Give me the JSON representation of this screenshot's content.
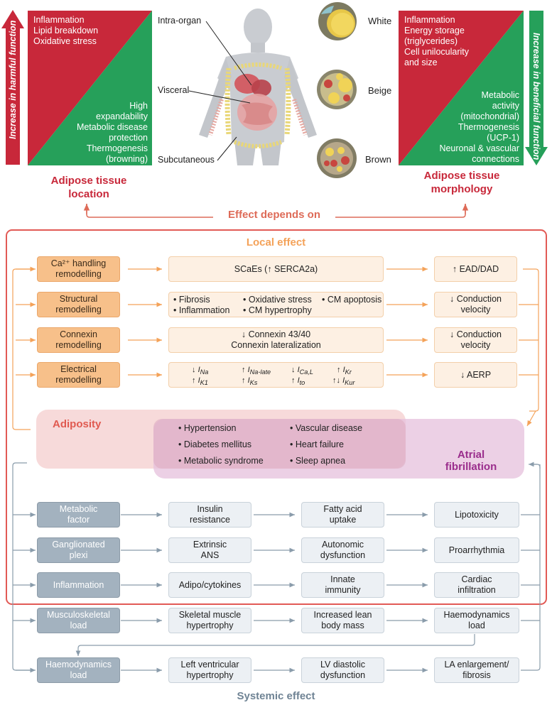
{
  "left_triangle": {
    "top_lines": [
      "Inflammation",
      "Lipid breakdown",
      "Oxidative stress"
    ],
    "bottom_lines": [
      "High",
      "expandability",
      "Metabolic disease",
      "protection",
      "Thermogenesis",
      "(browning)"
    ],
    "arrow_label": "Increase in harmful function",
    "title": "Adipose tissue\nlocation"
  },
  "body_labels": {
    "intra": "Intra-organ",
    "visceral": "Visceral",
    "subcutaneous": "Subcutaneous"
  },
  "cell_labels": {
    "white": "White",
    "beige": "Beige",
    "brown": "Brown"
  },
  "right_triangle": {
    "top_lines": [
      "Inflammation",
      "Energy storage",
      "(triglycerides)",
      "Cell unilocularity",
      "and size"
    ],
    "bottom_lines": [
      "Metabolic",
      "activity",
      "(mitochondrial)",
      "Thermogenesis",
      "(UCP-1)",
      "Neuronal & vascular",
      "connections"
    ],
    "arrow_label": "Increase in beneficial function",
    "title": "Adipose tissue\nmorphology"
  },
  "effect_depends": "Effect depends on",
  "local_effect_title": "Local effect",
  "local_rows": [
    {
      "header": "Ca²⁺ handling\nremodelling",
      "outcome": "↑ EAD/DAD"
    },
    {
      "header": "Structural\nremodelling",
      "outcome": "↓ Conduction\nvelocity"
    },
    {
      "header": "Connexin\nremodelling",
      "outcome": "↓ Conduction\nvelocity"
    },
    {
      "header": "Electrical\nremodelling",
      "outcome": "↓ AERP"
    }
  ],
  "ca_middle": "SCaEs (↑ SERCA2a)",
  "structural_items": [
    "• Fibrosis",
    "• Inflammation",
    "• Oxidative stress",
    "• CM hypertrophy",
    "• CM apoptosis"
  ],
  "connexin_middle": "↓ Connexin 43/40\nConnexin lateralization",
  "ion_currents": [
    {
      "arrow": "↓",
      "name": "I",
      "sub": "Na"
    },
    {
      "arrow": "↑",
      "name": "I",
      "sub": "Na-late"
    },
    {
      "arrow": "↓",
      "name": "I",
      "sub": "Ca,L"
    },
    {
      "arrow": "↑",
      "name": "I",
      "sub": "Kr"
    },
    {
      "arrow": "↑",
      "name": "I",
      "sub": "K1"
    },
    {
      "arrow": "↑",
      "name": "I",
      "sub": "Ks"
    },
    {
      "arrow": "↑",
      "name": "I",
      "sub": "to"
    },
    {
      "arrow": "↑↓",
      "name": "I",
      "sub": "Kur"
    }
  ],
  "adiposity_label": "Adiposity",
  "af_label": "Atrial\nfibrillation",
  "comorbidities": [
    "• Hypertension",
    "• Diabetes mellitus",
    "• Metabolic syndrome",
    "• Vascular disease",
    "• Heart failure",
    "• Sleep apnea"
  ],
  "systemic_rows": [
    {
      "header": "Metabolic\nfactor",
      "c1": "Insulin\nresistance",
      "c2": "Fatty acid\nuptake",
      "c3": "Lipotoxicity"
    },
    {
      "header": "Ganglionated\nplexi",
      "c1": "Extrinsic\nANS",
      "c2": "Autonomic\ndysfunction",
      "c3": "Proarrhythmia"
    },
    {
      "header": "Inflammation",
      "c1": "Adipo/cytokines",
      "c2": "Innate\nimmunity",
      "c3": "Cardiac\ninfiltration"
    },
    {
      "header": "Musculoskeletal\nload",
      "c1": "Skeletal muscle\nhypertrophy",
      "c2": "Increased lean\nbody mass",
      "c3": "Haemodynamics\nload"
    },
    {
      "header": "Haemodynamics\nload",
      "c1": "Left ventricular\nhypertrophy",
      "c2": "LV diastolic\ndysfunction",
      "c3": "LA enlargement/\nfibrosis"
    }
  ],
  "systemic_effect_title": "Systemic effect",
  "colors": {
    "red": "#c8283a",
    "green": "#26a05a",
    "orange": "#f4a259",
    "blue_grey": "#8a9cab",
    "adiposity_fill": "#f6d3d3",
    "af_fill": "#e6c0dc",
    "af_text": "#9a2d8c"
  }
}
